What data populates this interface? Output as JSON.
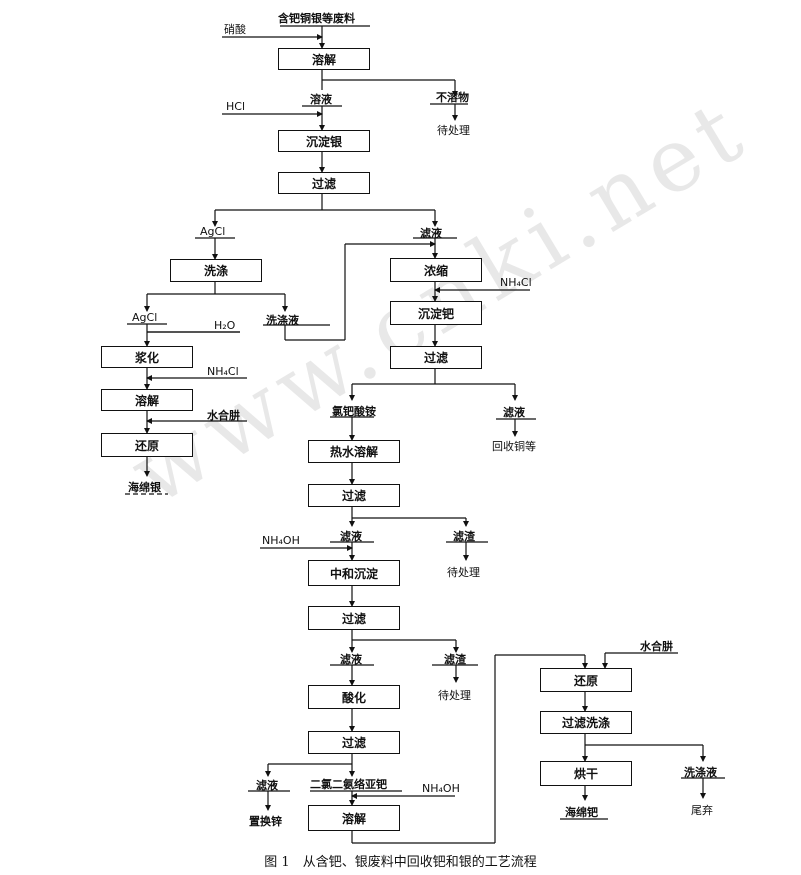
{
  "watermark": "www.cnki.net",
  "caption": "图 1　从含钯、银废料中回收钯和银的工艺流程",
  "labels": {
    "feed": "含钯铜银等废料",
    "nitric_acid": "硝酸",
    "solution": "溶液",
    "insoluble": "不溶物",
    "pending_1": "待处理",
    "hcl": "HCl",
    "agcl_1": "AgCl",
    "filtrate_1": "滤液",
    "wash_liquor_1": "洗涤液",
    "nh4cl_1": "NH₄Cl",
    "agcl_2": "AgCl",
    "h2o": "H₂O",
    "nh4cl_2": "NH₄Cl",
    "hydrazine_1": "水合肼",
    "sponge_silver": "海绵银",
    "ammonium_chloropalladate": "氯钯酸铵",
    "filtrate_2": "滤液",
    "recover_copper": "回收铜等",
    "filtrate_3": "滤液",
    "nh4oh_1": "NH₄OH",
    "residue_1": "滤渣",
    "pending_2": "待处理",
    "filtrate_4": "滤液",
    "residue_2": "滤渣",
    "pending_3": "待处理",
    "filtrate_5": "滤液",
    "zinc_displacement": "置换锌",
    "pd_complex": "二氯二氨络亚钯",
    "nh4oh_2": "NH₄OH",
    "hydrazine_2": "水合肼",
    "wash_liquor_2": "洗涤液",
    "tail_discard": "尾弃",
    "sponge_palladium": "海绵钯"
  },
  "boxes": {
    "dissolve_1": "溶解",
    "precipitate_silver": "沉淀银",
    "filter_1": "过滤",
    "wash": "洗涤",
    "concentrate": "浓缩",
    "precipitate_pd": "沉淀钯",
    "slurry": "浆化",
    "filter_2": "过滤",
    "dissolve_2": "溶解",
    "reduce_1": "还原",
    "hot_water_dissolve": "热水溶解",
    "filter_3": "过滤",
    "neutralize_precipitate": "中和沉淀",
    "filter_4": "过滤",
    "acidify": "酸化",
    "filter_5": "过滤",
    "dissolve_3": "溶解",
    "reduce_2": "还原",
    "filter_wash": "过滤洗涤",
    "dry": "烘干"
  }
}
